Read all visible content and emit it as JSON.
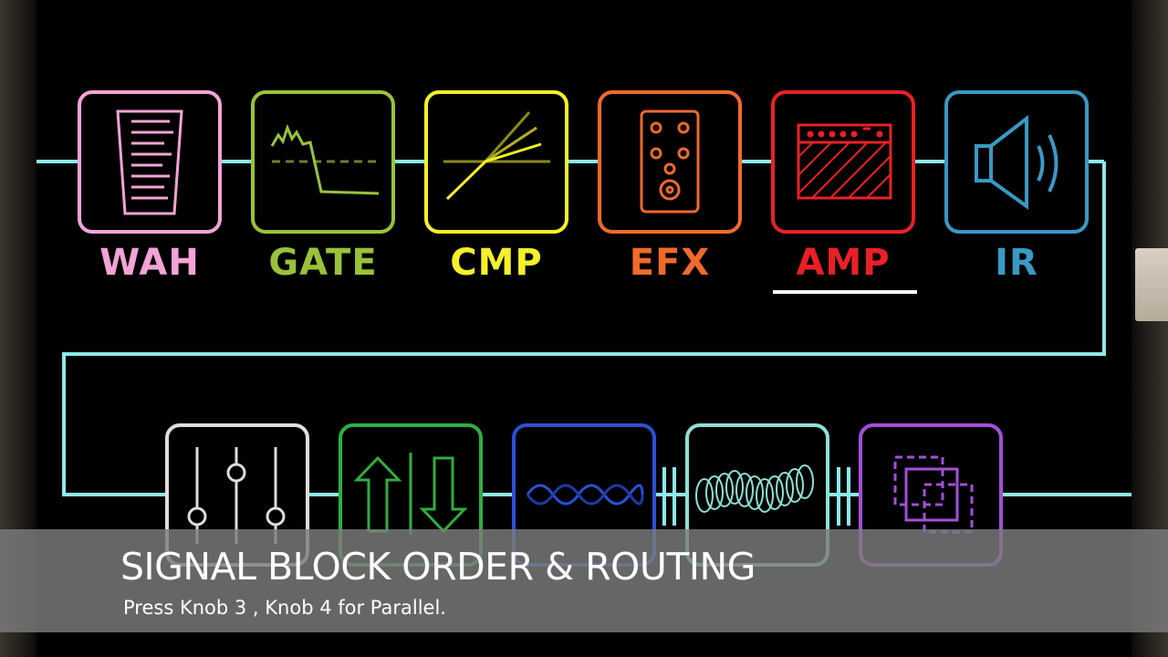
{
  "colors": {
    "signal_line": "#8ee8e8",
    "wah": "#f3a3d6",
    "gate": "#99c23a",
    "cmp": "#f4f02a",
    "efx": "#f06a2c",
    "amp": "#ea2027",
    "ir": "#3b98c4",
    "eq": "#dddddd",
    "vol": "#2fae3e",
    "mod": "#2b4fd6",
    "dly": "#8ee0d6",
    "rvb": "#a24fd8"
  },
  "blocks_top": [
    {
      "id": "wah",
      "label": "WAH",
      "icon": "wah-pedal-icon"
    },
    {
      "id": "gate",
      "label": "GATE",
      "icon": "noise-gate-icon"
    },
    {
      "id": "cmp",
      "label": "CMP",
      "icon": "compressor-icon"
    },
    {
      "id": "efx",
      "label": "EFX",
      "icon": "stompbox-icon"
    },
    {
      "id": "amp",
      "label": "AMP",
      "icon": "amplifier-icon",
      "selected": true
    },
    {
      "id": "ir",
      "label": "IR",
      "icon": "speaker-icon"
    }
  ],
  "blocks_bottom": [
    {
      "id": "eq",
      "icon": "eq-sliders-icon"
    },
    {
      "id": "vol",
      "icon": "volume-arrows-icon"
    },
    {
      "id": "mod",
      "icon": "modulation-wave-icon"
    },
    {
      "id": "dly",
      "icon": "delay-coil-icon"
    },
    {
      "id": "rvb",
      "icon": "reverb-squares-icon"
    }
  ],
  "caption": {
    "title": "SIGNAL BLOCK ORDER & ROUTING",
    "subtitle": "Press Knob 3 , Knob 4 for Parallel."
  }
}
